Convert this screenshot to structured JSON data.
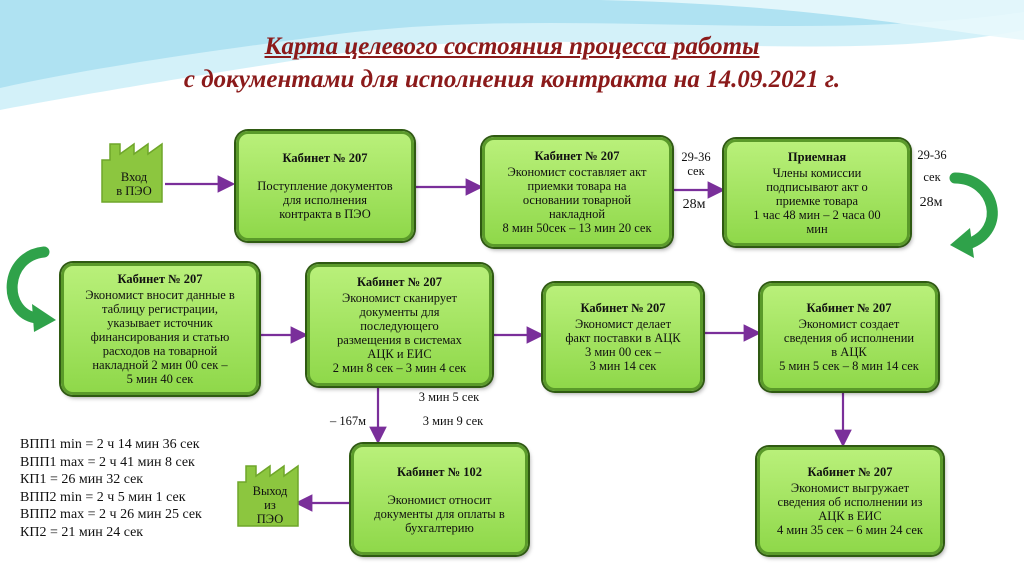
{
  "title": {
    "line1": "Карта целевого состояния процесса работы",
    "line2": "с документами для исполнения контракта на 14.09.2021 г."
  },
  "entry": {
    "line1": "Вход",
    "line2": "в ПЭО"
  },
  "exit": {
    "line1": "Выход",
    "line2": "из",
    "line3": "ПЭО"
  },
  "boxes": [
    {
      "head": "Кабинет № 207",
      "lines": [
        "Поступление документов",
        "для исполнения",
        "контракта  в ПЭО"
      ]
    },
    {
      "head": "Кабинет № 207",
      "lines": [
        "Экономист составляет акт",
        "приемки товара на",
        "основании товарной",
        "накладной",
        "8 мин 50сек – 13 мин 20 сек"
      ]
    },
    {
      "head": "Приемная",
      "lines": [
        "Члены комиссии",
        "подписывают акт о",
        "приемке товара",
        "1 час 48 мин – 2 часа 00",
        "мин"
      ]
    },
    {
      "head": "Кабинет № 207",
      "lines": [
        "Экономист вносит данные  в",
        "таблицу регистрации,",
        "указывает источник",
        "финансирования и статью",
        "расходов на товарной",
        "накладной 2 мин 00 сек –",
        "5 мин 40 сек"
      ]
    },
    {
      "head": "Кабинет № 207",
      "lines": [
        "Экономист сканирует",
        "документы для",
        "последующего",
        "размещения в системах",
        "АЦК и ЕИС",
        "2 мин 8 сек – 3 мин 4 сек"
      ]
    },
    {
      "head": "Кабинет № 207",
      "lines": [
        "Экономист делает",
        "факт поставки в АЦК",
        "3 мин 00 сек –",
        "3 мин 14 сек"
      ]
    },
    {
      "head": "Кабинет № 207",
      "lines": [
        "Экономист создает",
        "сведения об исполнении",
        "в АЦК",
        "5 мин 5 сек – 8 мин 14 сек"
      ]
    },
    {
      "head": "Кабинет № 102",
      "lines": [
        "Экономист относит",
        "документы для оплаты в",
        "бухгалтерию"
      ]
    },
    {
      "head": "Кабинет № 207",
      "lines": [
        "Экономист выгружает",
        "сведения об исполнении  из",
        "АЦК в ЕИС",
        "4 мин 35 сек – 6 мин 24 сек"
      ]
    }
  ],
  "labels": {
    "wait1_a": "29-36",
    "wait1_b": "сек",
    "dist1": "28м",
    "wait2_a": "29-36",
    "wait2_b": "сек",
    "dist2": "28м",
    "scan_t1": "3 мин 5 сек",
    "scan_t2": "3 мин 9 сек",
    "dist3": "– 167м"
  },
  "stats": [
    "ВПП1 min = 2 ч 14 мин 36 сек",
    "ВПП1 max = 2 ч 41 мин 8 сек",
    "КП1 = 26 мин 32 сек",
    "ВПП2 min = 2 ч 5 мин 1 сек",
    "ВПП2 max = 2 ч 26 мин 25 сек",
    "КП2 = 21 мин 24 сек"
  ],
  "colors": {
    "title": "#8b1a1a",
    "box_fill": "#a6e45e",
    "box_border": "#2f5a12",
    "arrow": "#7a2f9a",
    "curve_arrow": "#2fa24a",
    "factory": "#8cc63f"
  }
}
